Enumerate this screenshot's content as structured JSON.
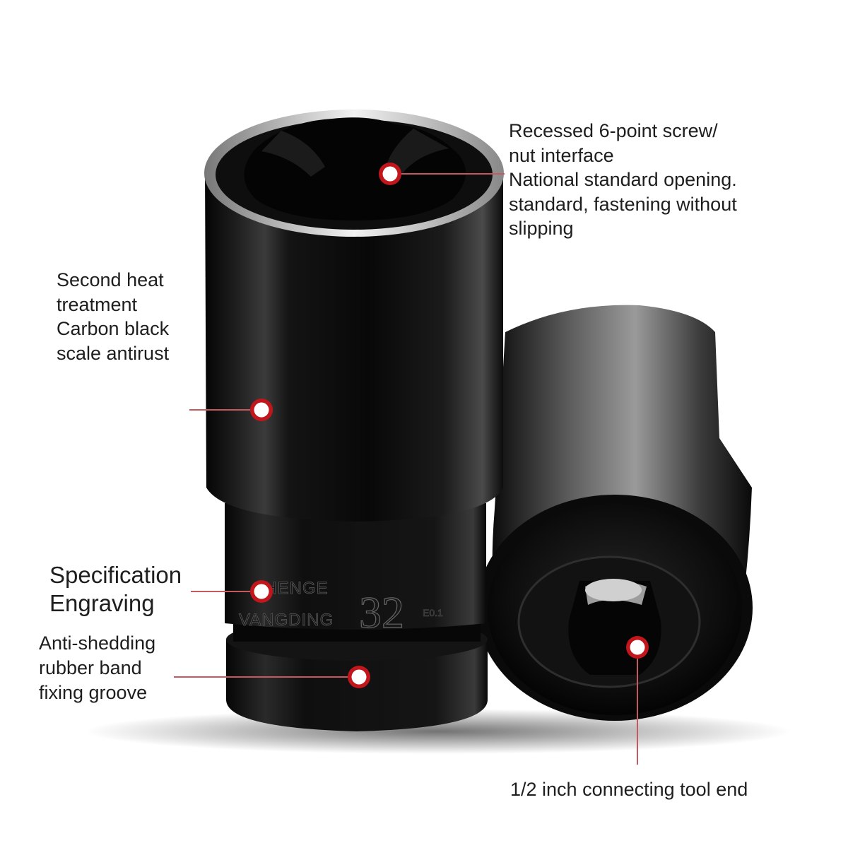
{
  "product": {
    "engraving_brand_line1": "CHENGE",
    "engraving_brand_line2": "VANGDING",
    "engraving_size": "32",
    "engraving_code": "E0.1"
  },
  "callouts": {
    "hex_interface": [
      "Recessed 6-point screw/",
      "nut interface",
      "National standard opening.",
      "standard, fastening without",
      "slipping"
    ],
    "heat_treatment": [
      "Second heat",
      "treatment",
      "Carbon black",
      "scale antirust"
    ],
    "specification": [
      "Specification",
      "Engraving"
    ],
    "rubber_band": [
      "Anti-shedding",
      "rubber band",
      "fixing groove"
    ],
    "tool_end": [
      "1/2 inch connecting tool end"
    ]
  },
  "colors": {
    "marker_ring": "#c0161c",
    "leader_line": "#c45a5f",
    "socket_body": "#0b0b0b",
    "text": "#1e1e1e"
  }
}
